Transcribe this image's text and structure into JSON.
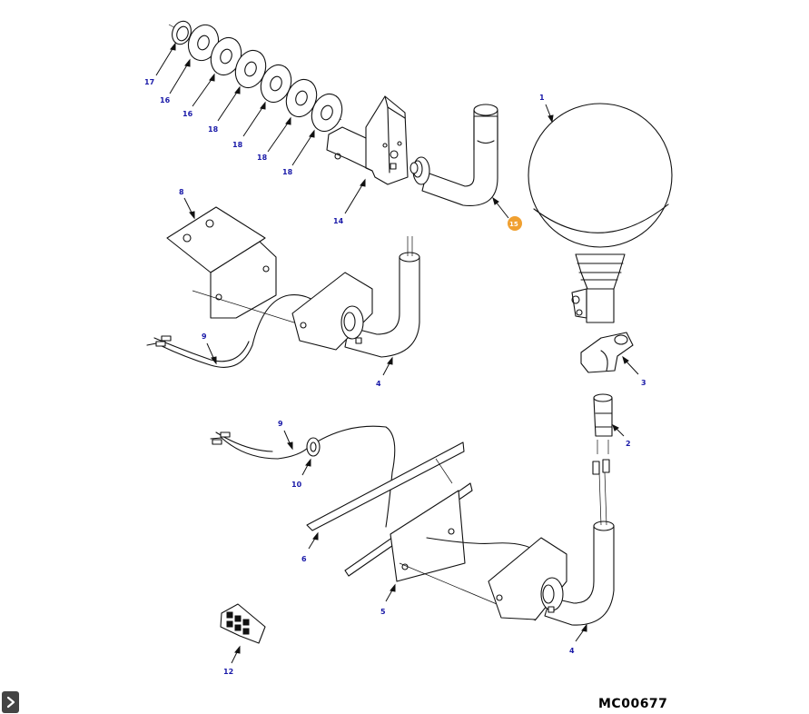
{
  "drawing_id": "MC00677",
  "expand_icon": "chevron-right-icon",
  "highlight_color": "#f0a030",
  "callout_color": "#1a1aa8",
  "callouts": {
    "c1": "1",
    "c2": "2",
    "c3": "3",
    "c4a": "4",
    "c4b": "4",
    "c5": "5",
    "c6": "6",
    "c8": "8",
    "c9a": "9",
    "c9b": "9",
    "c10": "10",
    "c12": "12",
    "c14": "14",
    "c15": "15",
    "c16a": "16",
    "c16b": "16",
    "c17": "17",
    "c18a": "18",
    "c18b": "18",
    "c18c": "18",
    "c18d": "18"
  }
}
